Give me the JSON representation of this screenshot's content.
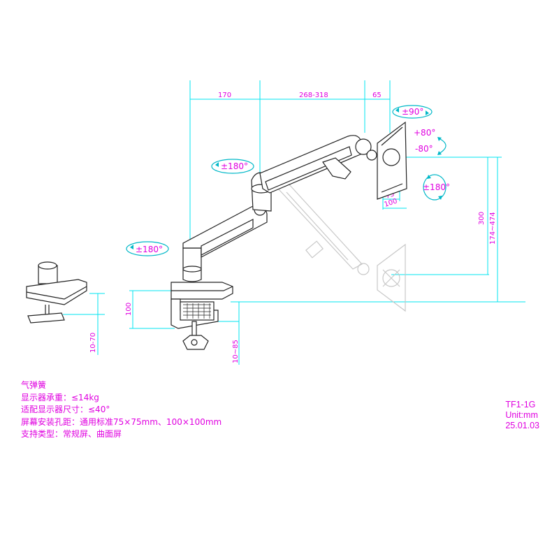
{
  "dimensions": {
    "top_170": "170",
    "top_268_318": "268-318",
    "top_65": "65",
    "vesa_75": "75",
    "vesa_100": "100",
    "height_300": "300",
    "height_174_474": "174~474",
    "clamp_100": "100",
    "desk_10_70": "10-70",
    "desk_10_85": "10~85"
  },
  "rotations": {
    "tilt_90": "±90°",
    "tilt_up": "+80°",
    "tilt_down": "-80°",
    "rotate_180_screen": "±180°",
    "rotate_180_arm1": "±180°",
    "rotate_180_base": "±180°"
  },
  "specs": [
    "气弹簧",
    "显示器承重：≤14kg",
    "适配显示器尺寸：≤40°",
    "屏幕安装孔距：通用标准75×75mm、100×100mm",
    "支持类型：常规屏、曲面屏"
  ],
  "model": {
    "code": "TF1-1G",
    "unit": "Unit:mm",
    "date": "25.01.03"
  },
  "colors": {
    "dimension_line": "#00e5f0",
    "annotation_text": "#e000e0",
    "drawing_line": "#222222",
    "ghost_line": "#c8c8c8"
  }
}
